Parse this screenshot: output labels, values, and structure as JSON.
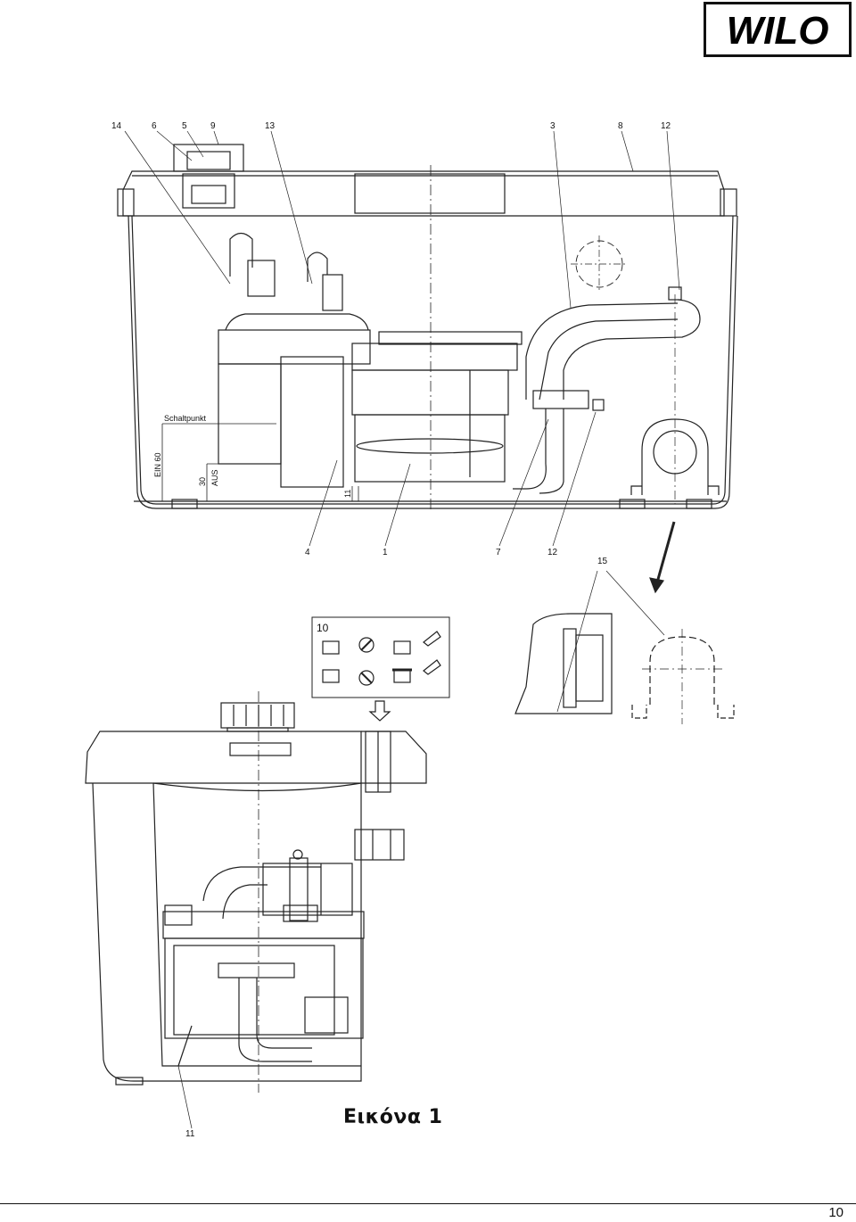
{
  "logo": {
    "text": "WILO"
  },
  "figure": {
    "callouts": [
      "14",
      "6",
      "5",
      "9",
      "13",
      "3",
      "8",
      "12",
      "4",
      "1",
      "7",
      "12",
      "15",
      "11"
    ],
    "labels": {
      "schaltpunkt": "Schaltpunkt",
      "ein": "EIN 60",
      "aus": "AUS",
      "aus_value": "30",
      "gap_value": "11",
      "switch_panel": "10"
    },
    "caption": "Εικόνα 1"
  },
  "footer": {
    "page_number": "10"
  }
}
